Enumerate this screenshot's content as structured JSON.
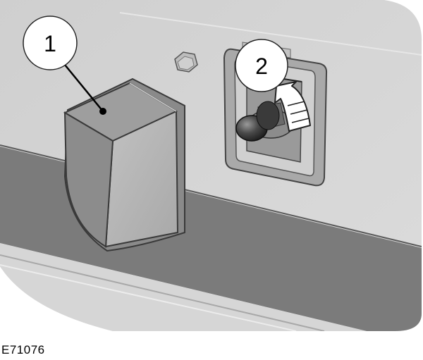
{
  "figure": {
    "code": "E71076",
    "callouts": [
      {
        "number": "1",
        "target": "cover"
      },
      {
        "number": "2",
        "target": "toggle-switch"
      }
    ],
    "colors": {
      "panel": "#d2d2d2",
      "dark_band": "#7a7a7a",
      "cover_front": "#b4b4b4",
      "cover_top": "#a6a6a6",
      "arrow_fill": "#ffffff"
    }
  }
}
